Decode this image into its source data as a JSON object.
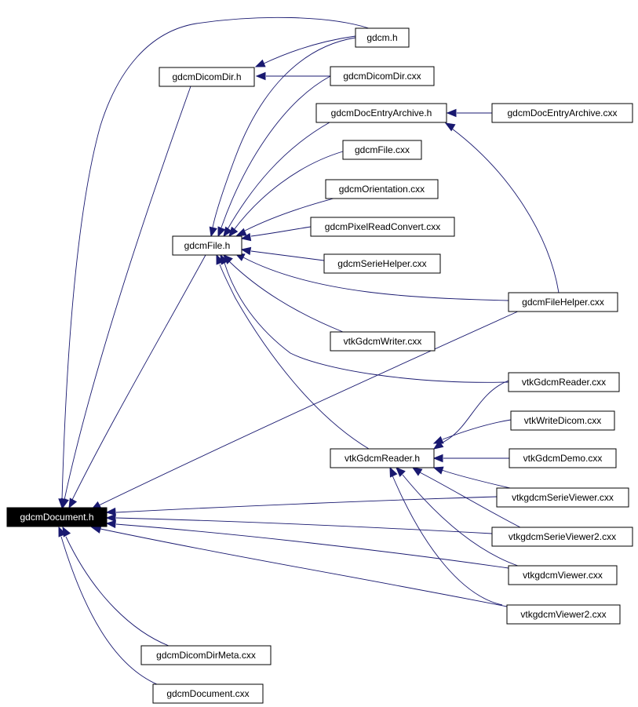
{
  "graph": {
    "colors": {
      "edge": "#191970",
      "node_fill": "#ffffff",
      "node_border": "#000000",
      "root_fill": "#000000",
      "root_text": "#ffffff"
    },
    "nodes": {
      "gdcmDocument_h": {
        "label": "gdcmDocument.h"
      },
      "gdcm_h": {
        "label": "gdcm.h"
      },
      "gdcmDicomDir_h": {
        "label": "gdcmDicomDir.h"
      },
      "gdcmDicomDir_cxx": {
        "label": "gdcmDicomDir.cxx"
      },
      "gdcmDocEntryArchive_h": {
        "label": "gdcmDocEntryArchive.h"
      },
      "gdcmDocEntryArchive_cxx": {
        "label": "gdcmDocEntryArchive.cxx"
      },
      "gdcmFile_cxx": {
        "label": "gdcmFile.cxx"
      },
      "gdcmOrientation_cxx": {
        "label": "gdcmOrientation.cxx"
      },
      "gdcmFile_h": {
        "label": "gdcmFile.h"
      },
      "gdcmPixelReadConvert_cxx": {
        "label": "gdcmPixelReadConvert.cxx"
      },
      "gdcmSerieHelper_cxx": {
        "label": "gdcmSerieHelper.cxx"
      },
      "gdcmFileHelper_cxx": {
        "label": "gdcmFileHelper.cxx"
      },
      "vtkGdcmWriter_cxx": {
        "label": "vtkGdcmWriter.cxx"
      },
      "vtkGdcmReader_cxx": {
        "label": "vtkGdcmReader.cxx"
      },
      "vtkWriteDicom_cxx": {
        "label": "vtkWriteDicom.cxx"
      },
      "vtkGdcmReader_h": {
        "label": "vtkGdcmReader.h"
      },
      "vtkGdcmDemo_cxx": {
        "label": "vtkGdcmDemo.cxx"
      },
      "vtkgdcmSerieViewer_cxx": {
        "label": "vtkgdcmSerieViewer.cxx"
      },
      "vtkgdcmSerieViewer2_cxx": {
        "label": "vtkgdcmSerieViewer2.cxx"
      },
      "vtkgdcmViewer_cxx": {
        "label": "vtkgdcmViewer.cxx"
      },
      "vtkgdcmViewer2_cxx": {
        "label": "vtkgdcmViewer2.cxx"
      },
      "gdcmDicomDirMeta_cxx": {
        "label": "gdcmDicomDirMeta.cxx"
      },
      "gdcmDocument_cxx": {
        "label": "gdcmDocument.cxx"
      }
    },
    "edges": [
      {
        "from": "gdcm_h",
        "to": "gdcmDocument_h"
      },
      {
        "from": "gdcmDicomDir_h",
        "to": "gdcmDocument_h"
      },
      {
        "from": "gdcmFile_h",
        "to": "gdcmDocument_h"
      },
      {
        "from": "gdcmFileHelper_cxx",
        "to": "gdcmDocument_h"
      },
      {
        "from": "vtkgdcmSerieViewer_cxx",
        "to": "gdcmDocument_h"
      },
      {
        "from": "vtkgdcmSerieViewer2_cxx",
        "to": "gdcmDocument_h"
      },
      {
        "from": "vtkgdcmViewer_cxx",
        "to": "gdcmDocument_h"
      },
      {
        "from": "vtkgdcmViewer2_cxx",
        "to": "gdcmDocument_h"
      },
      {
        "from": "gdcmDicomDirMeta_cxx",
        "to": "gdcmDocument_h"
      },
      {
        "from": "gdcmDocument_cxx",
        "to": "gdcmDocument_h"
      },
      {
        "from": "gdcm_h",
        "to": "gdcmDicomDir_h"
      },
      {
        "from": "gdcmDicomDir_cxx",
        "to": "gdcmDicomDir_h"
      },
      {
        "from": "gdcmDocEntryArchive_cxx",
        "to": "gdcmDocEntryArchive_h"
      },
      {
        "from": "gdcmFileHelper_cxx",
        "to": "gdcmDocEntryArchive_h"
      },
      {
        "from": "gdcm_h",
        "to": "gdcmFile_h"
      },
      {
        "from": "gdcmDicomDir_cxx",
        "to": "gdcmFile_h"
      },
      {
        "from": "gdcmDocEntryArchive_h",
        "to": "gdcmFile_h"
      },
      {
        "from": "gdcmFile_cxx",
        "to": "gdcmFile_h"
      },
      {
        "from": "gdcmOrientation_cxx",
        "to": "gdcmFile_h"
      },
      {
        "from": "gdcmPixelReadConvert_cxx",
        "to": "gdcmFile_h"
      },
      {
        "from": "gdcmSerieHelper_cxx",
        "to": "gdcmFile_h"
      },
      {
        "from": "gdcmFileHelper_cxx",
        "to": "gdcmFile_h"
      },
      {
        "from": "vtkGdcmWriter_cxx",
        "to": "gdcmFile_h"
      },
      {
        "from": "vtkGdcmReader_cxx",
        "to": "gdcmFile_h"
      },
      {
        "from": "vtkGdcmReader_h",
        "to": "gdcmFile_h"
      },
      {
        "from": "vtkGdcmReader_cxx",
        "to": "vtkGdcmReader_h"
      },
      {
        "from": "vtkWriteDicom_cxx",
        "to": "vtkGdcmReader_h"
      },
      {
        "from": "vtkGdcmDemo_cxx",
        "to": "vtkGdcmReader_h"
      },
      {
        "from": "vtkgdcmSerieViewer_cxx",
        "to": "vtkGdcmReader_h"
      },
      {
        "from": "vtkgdcmSerieViewer2_cxx",
        "to": "vtkGdcmReader_h"
      },
      {
        "from": "vtkgdcmViewer_cxx",
        "to": "vtkGdcmReader_h"
      },
      {
        "from": "vtkgdcmViewer2_cxx",
        "to": "vtkGdcmReader_h"
      }
    ]
  }
}
